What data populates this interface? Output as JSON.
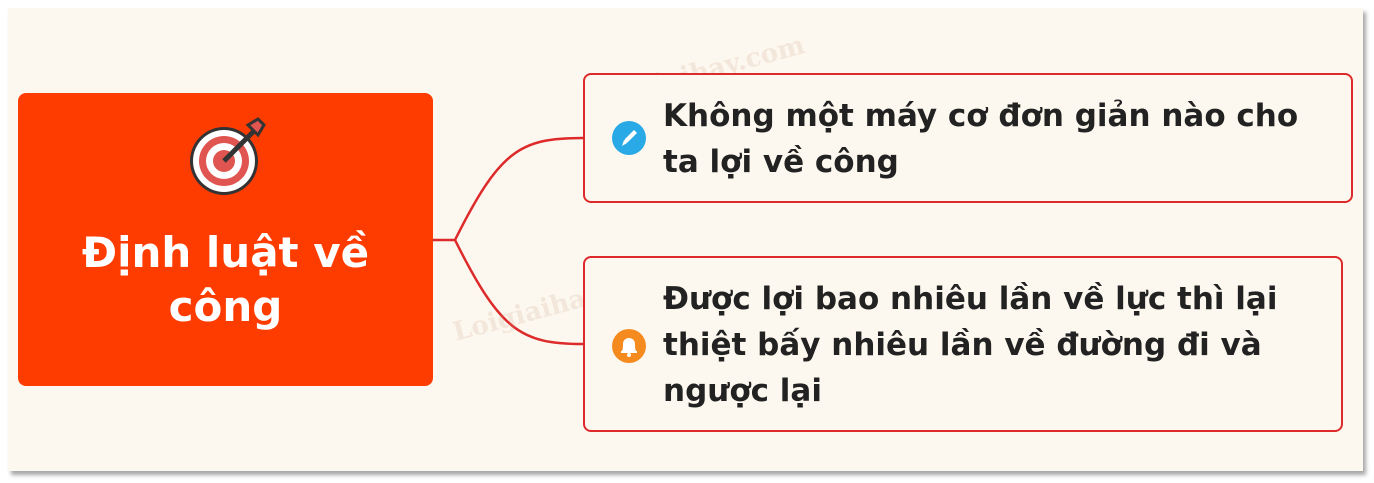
{
  "root": {
    "title_line1": "Định luật về",
    "title_line2": "công",
    "icon": "target-icon"
  },
  "branches": [
    {
      "line1": "Không một máy cơ đơn giản nào cho",
      "line2": "ta lợi về công",
      "marker": "pencil-icon"
    },
    {
      "line1": "Được lợi bao nhiêu lần về lực thì lại",
      "line2": "thiệt bấy nhiêu lần về đường đi và",
      "line3": "ngược lại",
      "marker": "bell-icon"
    }
  ],
  "watermarks": [
    "Loigiaihay.com",
    "Loigiaihay.com",
    "Loigiaihay.com"
  ],
  "colors": {
    "root": "#ff3c00",
    "border": "#dd2a2a",
    "background": "#fdf8ef"
  }
}
